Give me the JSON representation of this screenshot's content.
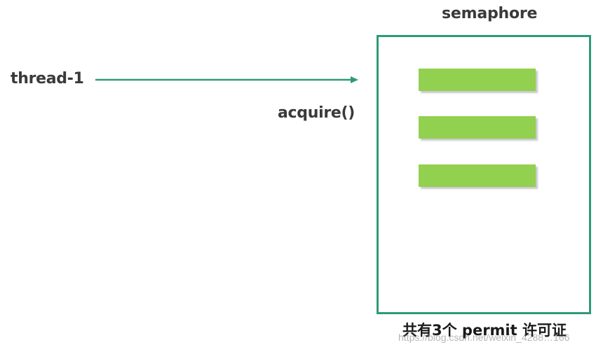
{
  "diagram": {
    "thread_label": "thread-1",
    "semaphore_title": "semaphore",
    "acquire_label": "acquire()",
    "permit_count": 3,
    "caption": "共有3个 permit 许可证",
    "watermark": "https://blog.csdn.net/weixin_4288…166",
    "colors": {
      "arrow": "#2e9a7a",
      "box_border": "#2e9a7a",
      "permit_fill": "#92d050",
      "text": "#3a3a3a"
    }
  }
}
